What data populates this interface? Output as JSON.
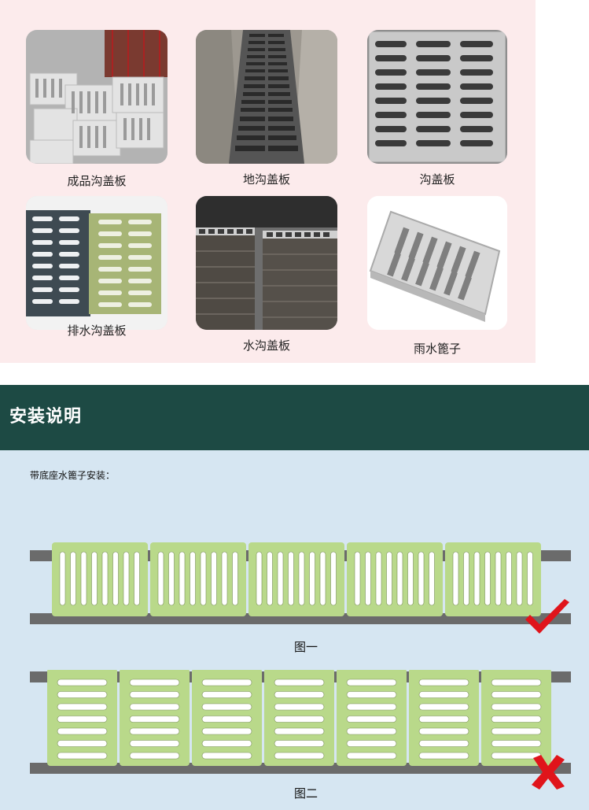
{
  "gallery": {
    "items": [
      {
        "caption": "成品沟盖板"
      },
      {
        "caption": "地沟盖板"
      },
      {
        "caption": "沟盖板"
      },
      {
        "caption": "排水沟盖板"
      },
      {
        "caption": "水沟盖板"
      },
      {
        "caption": "雨水篦子"
      }
    ]
  },
  "install": {
    "title": "安装说明",
    "subtitle": "带底座水篦子安装：",
    "figure1_label": "图一",
    "figure2_label": "图二",
    "correct_icon": "checkmark-icon",
    "wrong_icon": "cross-icon"
  },
  "colors": {
    "header_bg": "#1d4a44",
    "panel_bg": "#d6e6f2",
    "grate_green": "#b9d98a",
    "rail_gray": "#6b6b6b",
    "mark_red": "#e0141b"
  }
}
